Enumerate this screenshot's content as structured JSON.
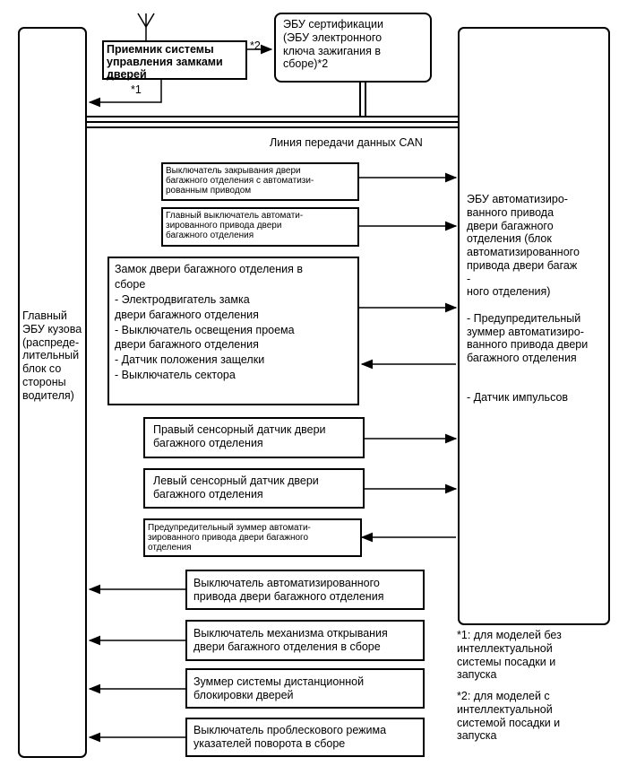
{
  "left_ecu": {
    "label": "Главный\nЭБУ кузова\n(распреде-\nлительный\nблок со\nстороны\nводителя)"
  },
  "right_ecu": {
    "label": "ЭБУ автоматизиро-\nванного привода\nдвери багажного\nотделения (блок\nавтоматизированного\nпривода двери багаж\n-\nного отделения)\n\n- Предупредительный\nзуммер автоматизиро-\nванного привода двери\nбагажного отделения\n\n\n- Датчик импульсов"
  },
  "receiver": {
    "label": "Приемник системы\nуправления замками\nдверей"
  },
  "cert_ecu": {
    "label": "ЭБУ сертификации\n (ЭБУ электронного\nключа зажигания в\nсборе)*2"
  },
  "notes": {
    "star2_arrow": "*2",
    "star1_arrow": "*1",
    "footnote1": "*1: для моделей без\nинтеллектуальной\nсистемы посадки и\nзапуска",
    "footnote2": "*2: для моделей с\nинтеллектуальной\nсистемой посадки и\nзапуска"
  },
  "can_label": "Линия передачи данных CAN",
  "components": [
    {
      "label": "Выключатель закрывания двери\nбагажного отделения с автоматизи-\nрованным приводом"
    },
    {
      "label": "Главный выключатель автомати-\nзированного привода двери\nбагажного отделения"
    },
    {
      "label": "Замок двери багажного отделения в\nсборе\n- Электродвигатель замка\nдвери багажного отделения\n- Выключатель освещения проема\nдвери багажного отделения\n- Датчик положения защелки\n- Выключатель сектора"
    },
    {
      "label": "Правый сенсорный датчик двери\nбагажного отделения"
    },
    {
      "label": "Левый сенсорный датчик двери\nбагажного отделения"
    },
    {
      "label": "Предупредительный зуммер автомати-\nзированного привода двери багажного\nотделения"
    },
    {
      "label": "Выключатель автоматизированного\nпривода двери багажного отделения"
    },
    {
      "label": "Выключатель механизма открывания\nдвери багажного отделения в сборе"
    },
    {
      "label": "Зуммер системы дистанционной\nблокировки дверей"
    },
    {
      "label": "Выключатель проблескового режима\nуказателей поворота в сборе"
    }
  ]
}
